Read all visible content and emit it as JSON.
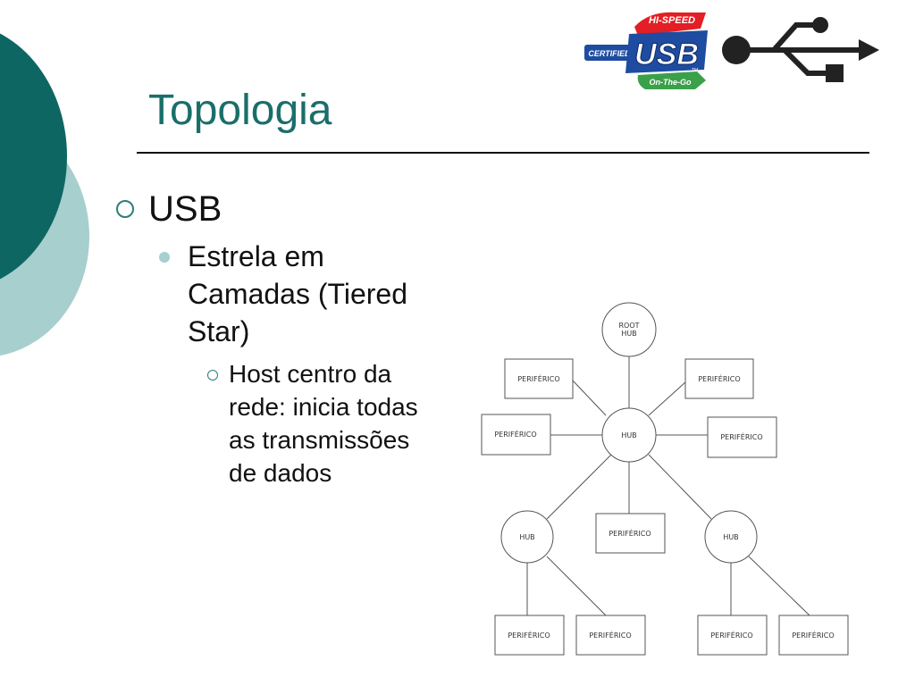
{
  "slide": {
    "title": "Topologia",
    "bullets": {
      "level1": "USB",
      "level2": "Estrela em Camadas (Tiered Star)",
      "level3": "Host centro da rede: inicia todas as transmissões de dados"
    }
  },
  "logo": {
    "top_text": "HI-SPEED",
    "left_text": "CERTIFIED",
    "main_text": "USB",
    "bottom_text": "On-The-Go",
    "tm": "TM"
  },
  "diagram": {
    "root": "ROOT HUB",
    "hub": "HUB",
    "peripheral": "PERIFÉRICO"
  },
  "colors": {
    "accent_dark": "#0e6663",
    "accent_light": "#a6cfce",
    "title": "#1a6e6a"
  },
  "icons": [
    "usb-trident-icon"
  ]
}
